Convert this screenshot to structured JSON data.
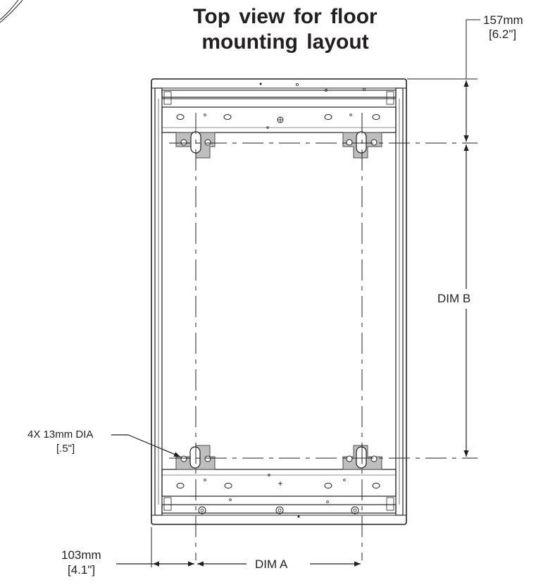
{
  "title": {
    "line1": "Top view for floor",
    "line2": "mounting layout"
  },
  "dimensions": {
    "top_offset": {
      "mm": "157mm",
      "inch": "[6.2\"]"
    },
    "dim_b": "DIM B",
    "hole_callout": {
      "line1": "4X 13mm DIA",
      "line2": "[.5\"]"
    },
    "side_offset": {
      "mm": "103mm",
      "inch": "[4.1\"]"
    },
    "dim_a": "DIM A"
  },
  "colors": {
    "ink": "#231f20",
    "plate": "#bcbec0",
    "plate_stroke": "#4d4d4f"
  }
}
